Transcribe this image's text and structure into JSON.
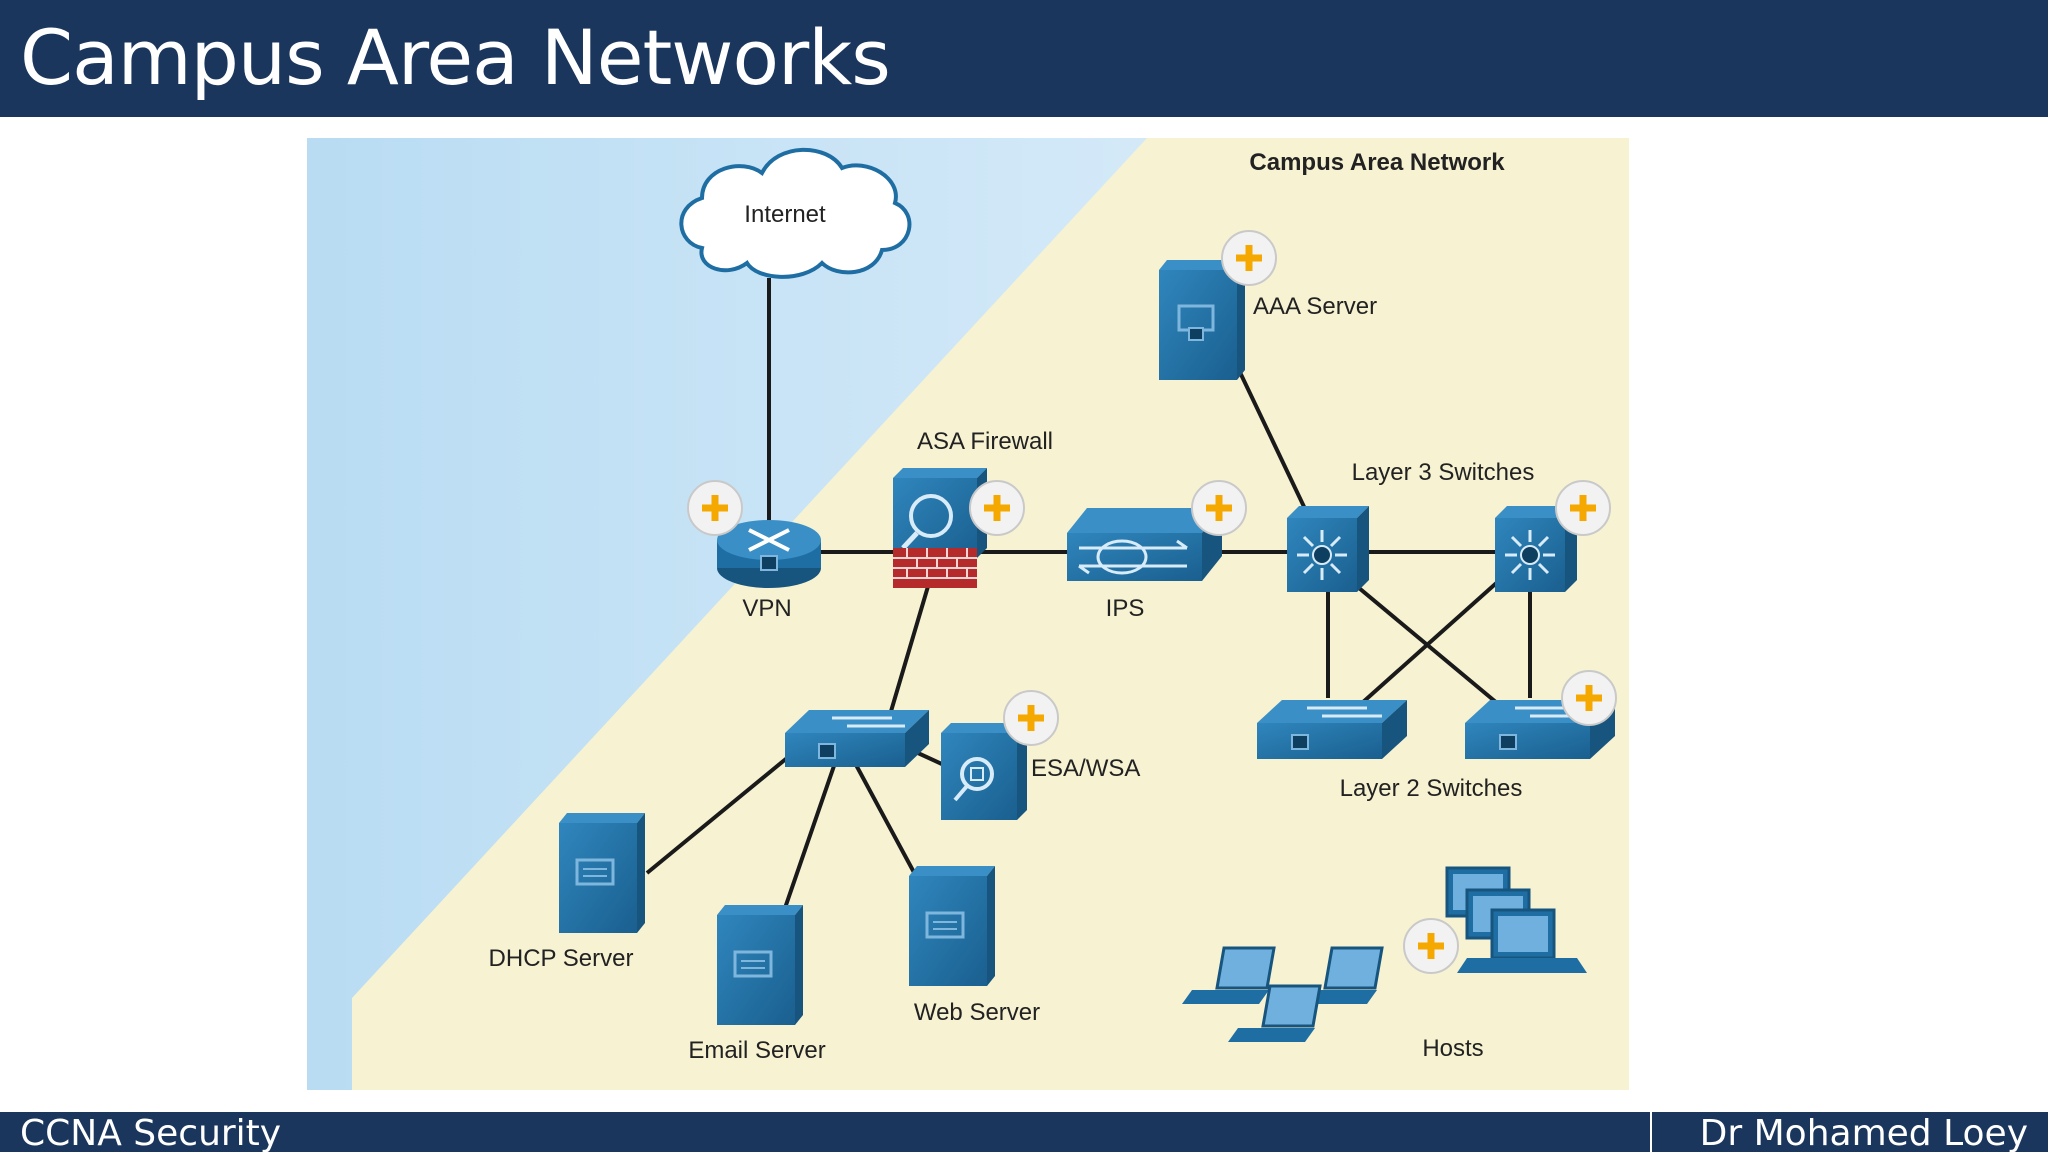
{
  "header": {
    "title": "Campus Area Networks"
  },
  "footer": {
    "course": "CCNA Security",
    "author": "Dr Mohamed Loey"
  },
  "diagram": {
    "title": "Campus Area Network",
    "nodes": {
      "internet": "Internet",
      "vpn": "VPN",
      "asa": "ASA Firewall",
      "ips": "IPS",
      "aaa": "AAA Server",
      "l3": "Layer 3 Switches",
      "l2": "Layer 2 Switches",
      "esa": "ESA/WSA",
      "dhcp": "DHCP Server",
      "email": "Email Server",
      "web": "Web Server",
      "hosts": "Hosts"
    }
  },
  "colors": {
    "navy": "#1b365d",
    "device_blue": "#1f6ea3",
    "zone_beige": "#f6f2d2",
    "sky_blue": "#cfe6f5",
    "badge_orange": "#f5a800"
  }
}
